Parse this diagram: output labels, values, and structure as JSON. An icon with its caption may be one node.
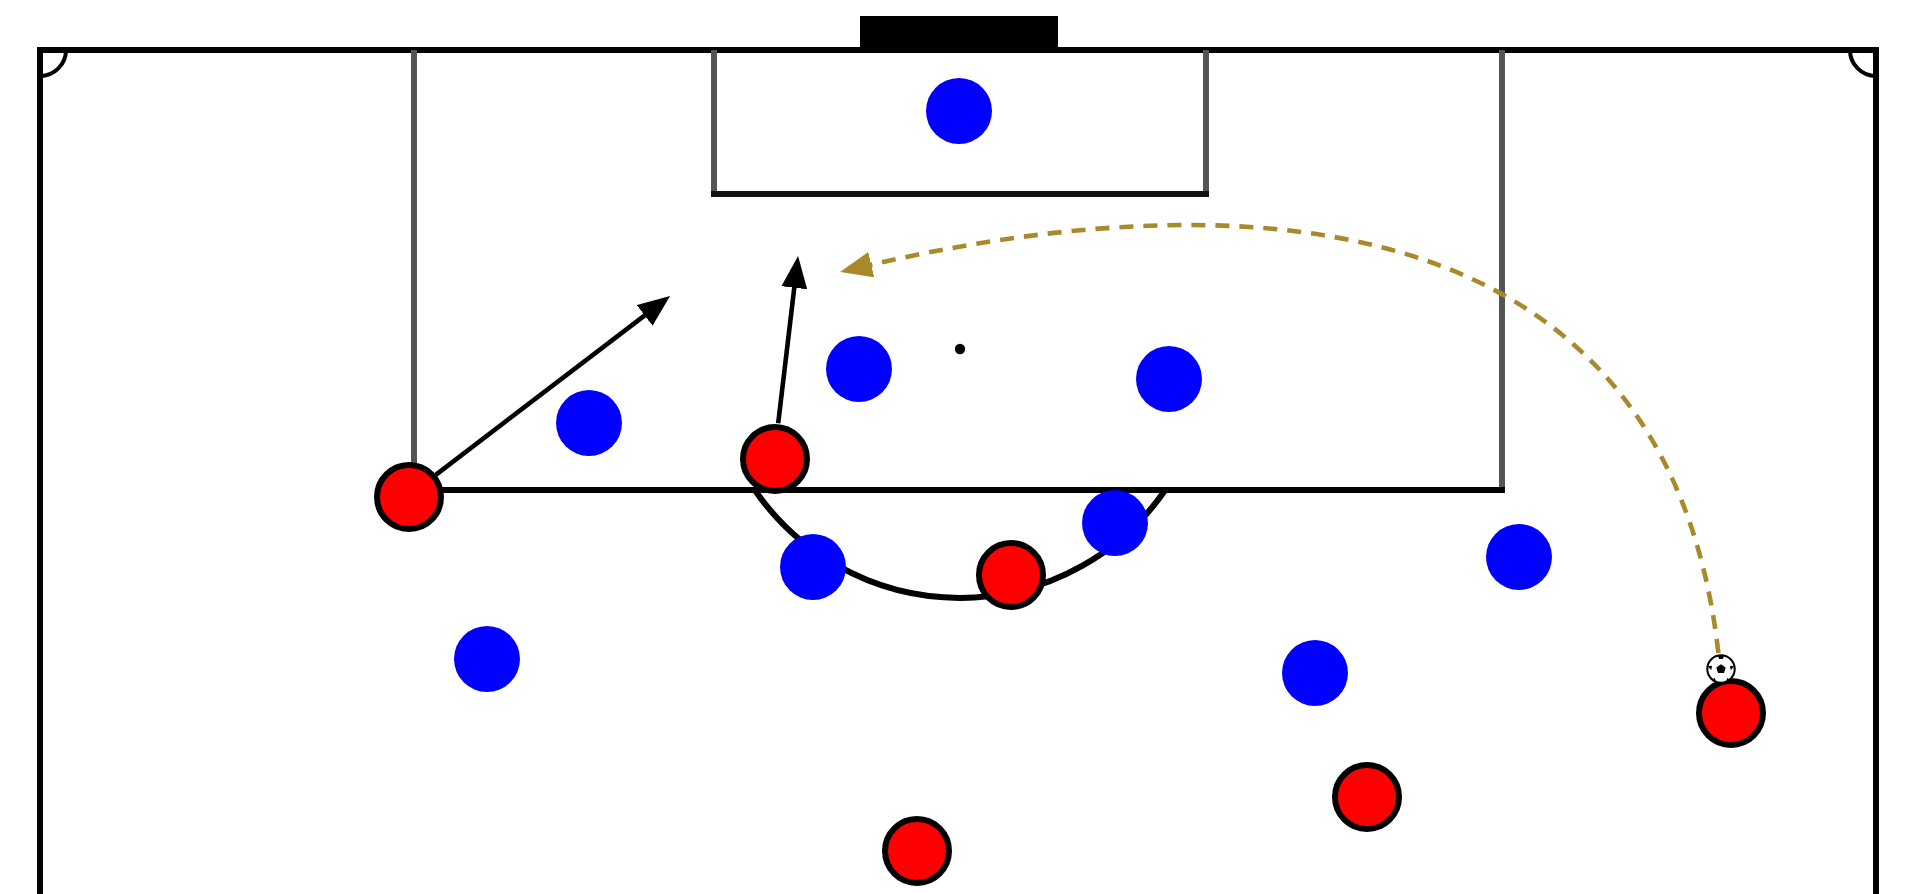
{
  "diagram": {
    "nodes": [
      {
        "text": [],
        "shape": "circle"
      },
      {
        "text": [],
        "shape": "circle"
      },
      {
        "text": [],
        "shape": "circle"
      },
      {
        "text": [],
        "shape": "circle"
      },
      {
        "text": [],
        "shape": "circle"
      },
      {
        "text": [],
        "shape": "circle"
      },
      {
        "text": [],
        "shape": "circle"
      },
      {
        "text": [],
        "shape": "circle"
      },
      {
        "text": [],
        "shape": "circle"
      },
      {
        "text": [],
        "shape": "circle"
      },
      {
        "text": [],
        "shape": "circle"
      },
      {
        "text": [],
        "shape": "ball"
      },
      {
        "text": [],
        "shape": "circle"
      },
      {
        "text": [],
        "shape": "circle"
      },
      {
        "text": [],
        "shape": "circle"
      },
      {
        "text": [],
        "shape": "circle"
      }
    ],
    "edges": [
      {
        "from": 5,
        "to": null,
        "arrow": "to"
      },
      {
        "from": 4,
        "to": null,
        "arrow": "to"
      },
      {
        "from": 11,
        "to": null,
        "arrow": "to",
        "style": "dashed",
        "color": "#a98a2b"
      }
    ]
  }
}
